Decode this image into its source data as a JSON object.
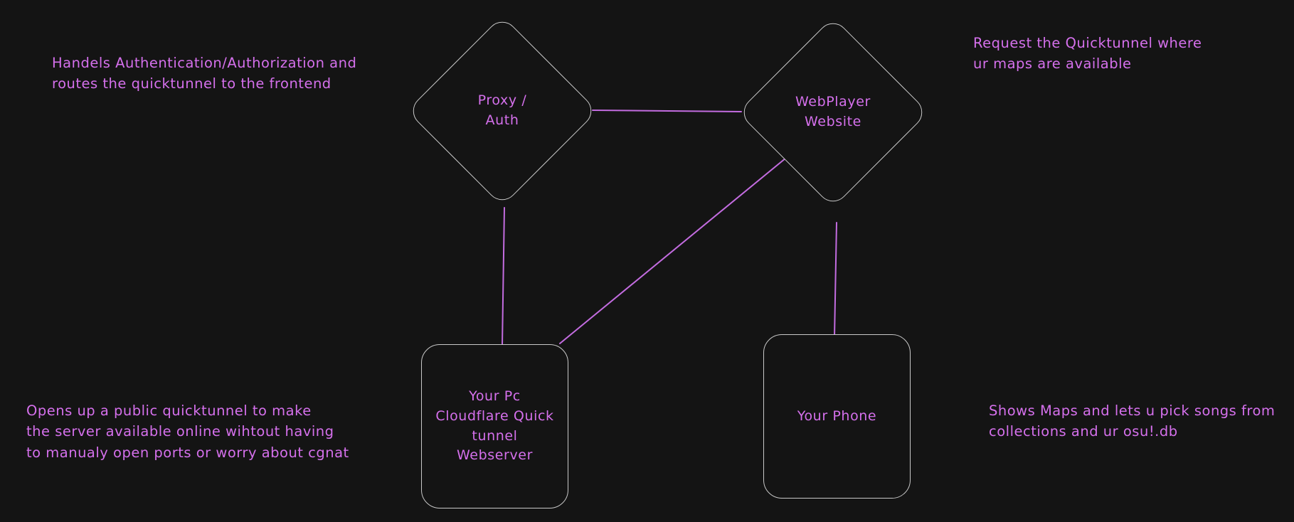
{
  "diagram": {
    "background_color": "#141414",
    "node_border_color": "#c9c9c9",
    "text_color": "#d570ec",
    "edge_color": "#c36ce0",
    "nodes": [
      {
        "id": "proxy-auth",
        "shape": "diamond",
        "label": "Proxy /\nAuth"
      },
      {
        "id": "webplayer-website",
        "shape": "diamond",
        "label": "WebPlayer\nWebsite"
      },
      {
        "id": "your-pc",
        "shape": "rounded-rect",
        "label": "Your Pc\nCloudflare Quick\ntunnel\nWebserver"
      },
      {
        "id": "your-phone",
        "shape": "rounded-rect",
        "label": "Your Phone"
      }
    ],
    "edges": [
      {
        "from": "proxy-auth",
        "to": "webplayer-website"
      },
      {
        "from": "proxy-auth",
        "to": "your-pc"
      },
      {
        "from": "webplayer-website",
        "to": "your-pc"
      },
      {
        "from": "webplayer-website",
        "to": "your-phone"
      }
    ],
    "notes": [
      {
        "id": "note-proxy-auth",
        "text": "Handels Authentication/Authorization and\nroutes the quicktunnel to the frontend"
      },
      {
        "id": "note-webplayer",
        "text": "Request the Quicktunnel where\nur maps are available"
      },
      {
        "id": "note-your-pc",
        "text": "Opens up a public quicktunnel to make\nthe server available online wihtout having\nto manualy open ports or worry about cgnat"
      },
      {
        "id": "note-your-phone",
        "text": "Shows Maps and lets u pick songs from\ncollections and ur osu!.db"
      }
    ]
  }
}
